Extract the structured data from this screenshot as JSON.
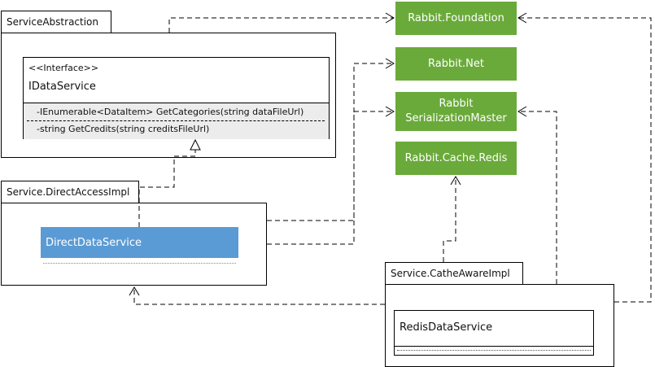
{
  "packages": {
    "abstraction": "ServiceAbstraction",
    "direct": "Service.DirectAccessImpl",
    "cache": "Service.CatheAwareImpl"
  },
  "interface": {
    "stereotype": "<<Interface>>",
    "name": "IDataService",
    "methods": [
      "-IEnumerable<DataItem> GetCategories(string dataFileUrl)",
      "-string GetCredits(string creditsFileUrl)"
    ]
  },
  "classes": {
    "direct": "DirectDataService",
    "redis": "RedisDataService"
  },
  "libraries": {
    "foundation": "Rabbit.Foundation",
    "net": "Rabbit.Net",
    "serialization_line1": "Rabbit",
    "serialization_line2": "SerializationMaster",
    "redis": "Rabbit.Cache.Redis"
  },
  "colors": {
    "library_fill": "#6aaa3a",
    "class_highlight": "#5a9bd5",
    "lines": "#000000"
  }
}
